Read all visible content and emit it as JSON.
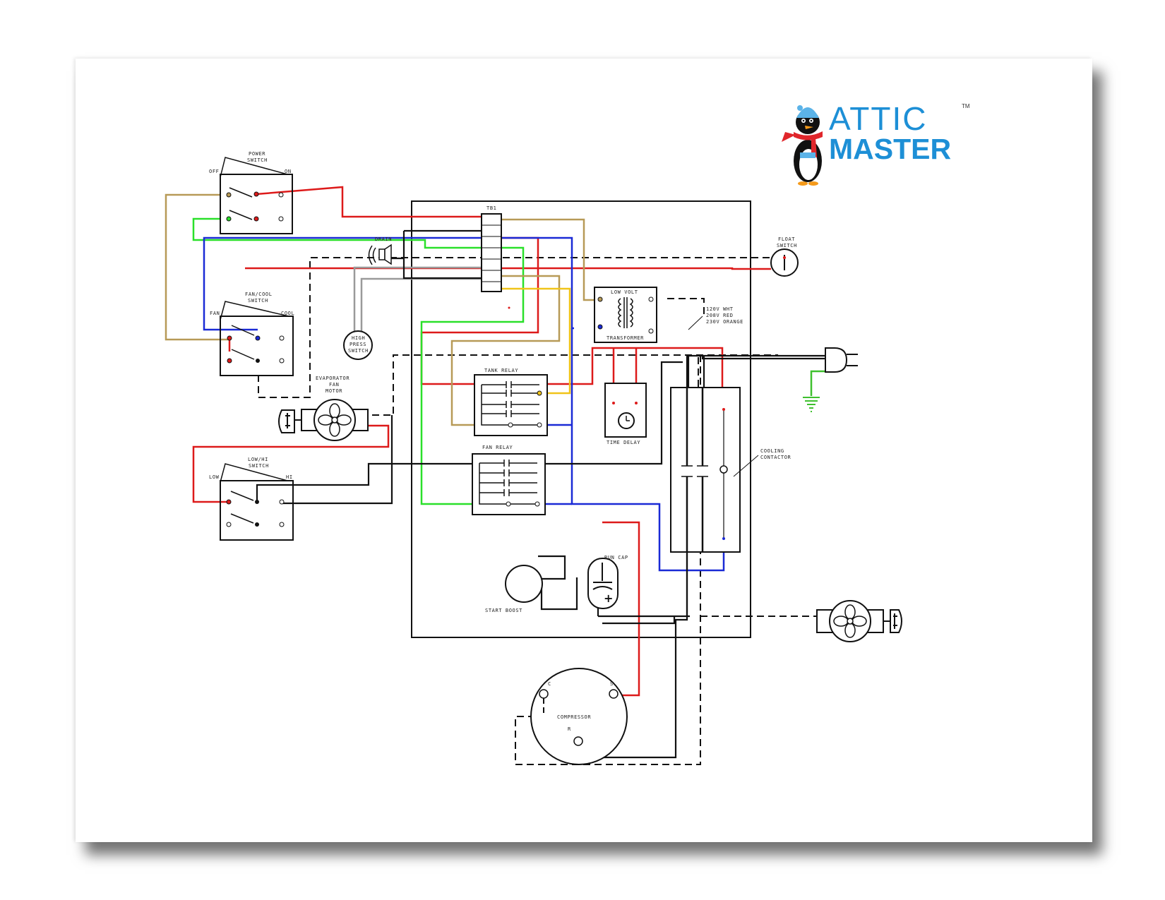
{
  "logo": {
    "line1": "ATTIC",
    "line2": "MASTER",
    "tm": "TM",
    "colors": {
      "primary": "#1d8fd6",
      "scarf": "#e0262b",
      "hat": "#5bb3e8"
    }
  },
  "labels": {
    "power_switch": [
      "POWER",
      "SWITCH"
    ],
    "power_off": "OFF",
    "power_on": "ON",
    "fan_cool_switch": [
      "FAN/COOL",
      "SWITCH"
    ],
    "fan": "FAN",
    "cool": "COOL",
    "drain": "DRAIN",
    "tb1": "TB1",
    "float_switch": [
      "FLOAT",
      "SWITCH"
    ],
    "high_press_switch": [
      "HIGH",
      "PRESS",
      "SWITCH"
    ],
    "low_volt": "LOW VOLT",
    "transformer": "TRANSFORMER",
    "voltage_notes": [
      "120V WHT",
      "208V RED",
      "230V ORANGE"
    ],
    "evaporator_fan_motor": [
      "EVAPORATOR",
      "FAN",
      "MOTOR"
    ],
    "tank_relay": "TANK RELAY",
    "time_delay": "TIME DELAY",
    "fan_relay": "FAN RELAY",
    "low_hi_switch": [
      "LOW/HI",
      "SWITCH"
    ],
    "low": "LOW",
    "hi": "HI",
    "cooling_contactor": [
      "COOLING",
      "CONTACTOR"
    ],
    "run_cap": "RUN CAP",
    "start_boost": "START BOOST",
    "compressor": "COMPRESSOR",
    "c": "C",
    "s": "S",
    "r": "R",
    "cap_plus": "+"
  },
  "wire_colors": {
    "red": "#dd1a1a",
    "green": "#2ae02a",
    "blue": "#1a2ad6",
    "tan": "#b79a57",
    "yellow": "#f0c419",
    "gray": "#9a9a9a",
    "black": "#111111",
    "ground": "#3fc02f"
  }
}
